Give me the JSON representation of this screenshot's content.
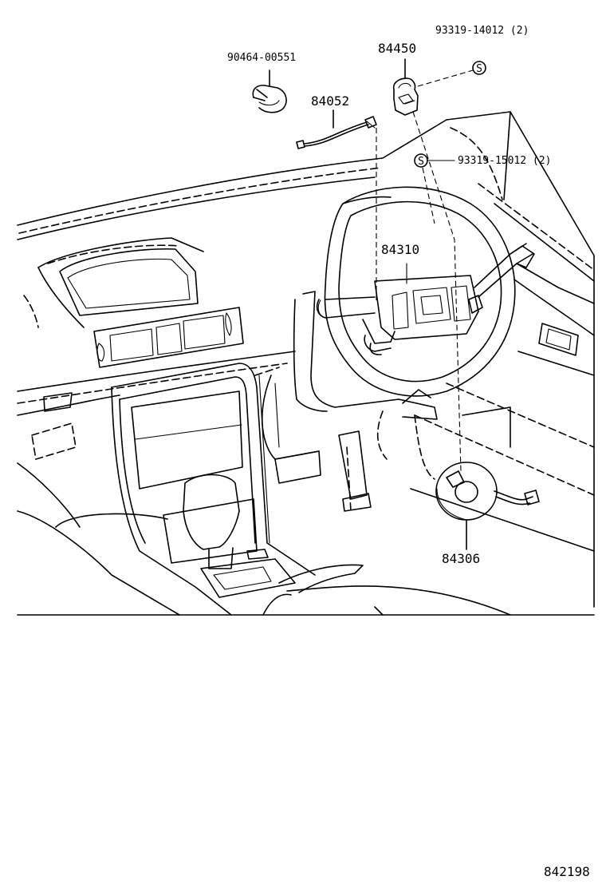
{
  "parts": {
    "clamp": "90464-00551",
    "wire": "84052",
    "switch": "84450",
    "screw_a": "93319-14012 (2)",
    "screw_b": "93319-15012 (2)",
    "combination_switch": "84310",
    "spiral_cable": "84306"
  },
  "screw_symbol": "S",
  "figure_number": "842198"
}
